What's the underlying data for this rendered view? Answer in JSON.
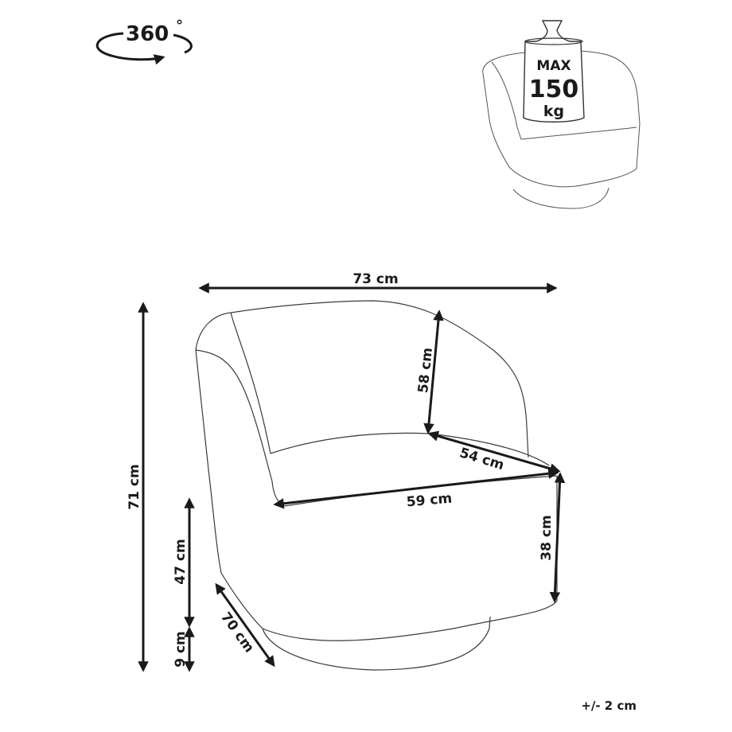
{
  "rotation": {
    "label": "360",
    "unit_symbol": "°",
    "icon": "rotate-360-icon"
  },
  "weight_limit": {
    "line1": "MAX",
    "line2": "150",
    "line3": "kg",
    "icon": "weight-icon"
  },
  "dimensions": {
    "total_width": "73 cm",
    "total_height": "71 cm",
    "backrest_height": "58 cm",
    "seat_depth": "54 cm",
    "seat_width": "59 cm",
    "armrest_height_from_seat": "38 cm",
    "seat_height": "47 cm",
    "base_height": "9 cm",
    "depth": "70 cm"
  },
  "tolerance": "+/- 2 cm"
}
